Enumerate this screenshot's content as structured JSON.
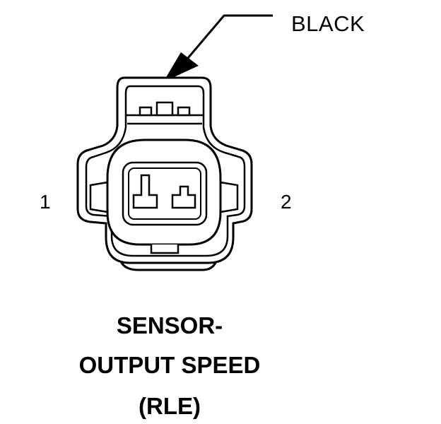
{
  "callout": {
    "label": "BLACK"
  },
  "pins": {
    "pin1": "1",
    "pin2": "2"
  },
  "caption": {
    "line1": "SENSOR-",
    "line2": "OUTPUT SPEED",
    "line3": "(RLE)"
  },
  "colors": {
    "ink": "#000000",
    "background": "#ffffff"
  }
}
